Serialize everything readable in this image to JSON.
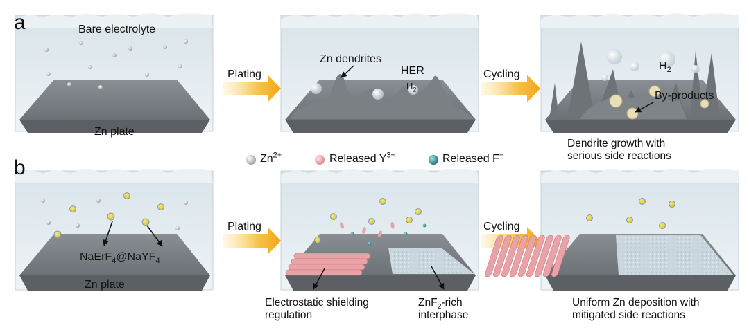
{
  "panel_a": {
    "letter": "a",
    "box1_top_label": "Bare electrolyte",
    "box1_bottom_label": "Zn plate",
    "arrow1_label": "Plating",
    "box2_dendrites_label": "Zn dendrites",
    "box2_her_label": "HER",
    "box2_h2_main": "H",
    "box2_h2_sub": "2",
    "arrow2_label": "Cycling",
    "box3_h2_main": "H",
    "box3_h2_sub": "2",
    "box3_byproducts_label": "By-products",
    "box3_caption_line1": "Dendrite growth with",
    "box3_caption_line2": "serious side reactions"
  },
  "legend": {
    "zn_main": "Zn",
    "zn_sup": "2+",
    "y_main": "Released Y",
    "y_sup": "3+",
    "f_main": "Released F",
    "f_sup": "−"
  },
  "panel_b": {
    "letter": "b",
    "np_part1": "NaErF",
    "np_sub1": "4",
    "np_part2": "@NaYF",
    "np_sub2": "4",
    "box1_bottom_label": "Zn plate",
    "arrow1_label": "Plating",
    "shield_line1": "Electrostatic shielding",
    "shield_line2": "regulation",
    "znf2_part1": "ZnF",
    "znf2_sub": "2",
    "znf2_part2": "-rich",
    "znf2_line2": "interphase",
    "arrow2_label": "Cycling",
    "box3_caption_line1": "Uniform Zn deposition with",
    "box3_caption_line2": "mitigated side reactions"
  },
  "colors": {
    "zn_ion": "#c8c8c8",
    "y_ion": "#e9a3a6",
    "f_ion": "#2f8b8d",
    "arrow": "#f5b12a",
    "plate": "#6f7479",
    "electrolyte": "#dfe9ee"
  }
}
